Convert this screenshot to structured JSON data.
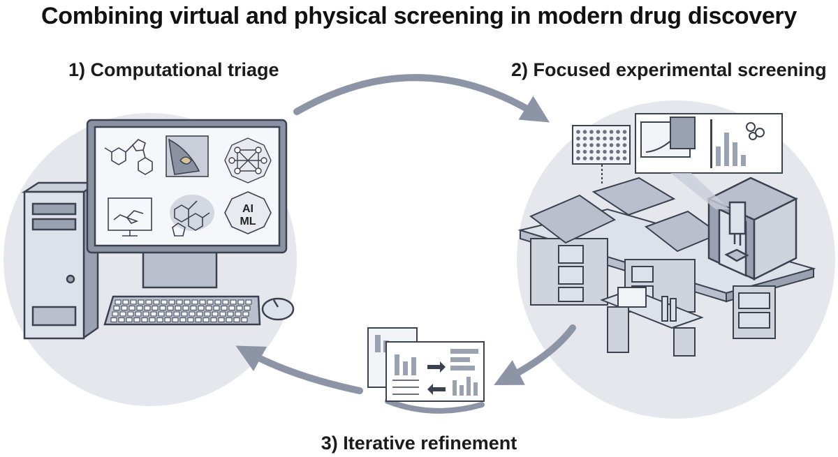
{
  "title": "Combining virtual and physical screening in modern drug discovery",
  "steps": {
    "computational": "1) Computational triage",
    "experimental": "2) Focused experimental screening",
    "refinement": "3) Iterative refinement"
  },
  "monitor_panel": {
    "ai_line1": "AI",
    "ai_line2": "ML"
  },
  "colors": {
    "circle_bg": "#e6e7ec",
    "outline": "#3c4150",
    "fill_light": "#dde1ea",
    "fill_mid": "#b9bfcc",
    "arrow": "#8c94a6"
  },
  "icons": [
    "computer-tower-icon",
    "monitor-icon",
    "keyboard-icon",
    "mouse-icon",
    "molecule-icon",
    "neural-network-icon",
    "well-plate-icon",
    "lab-bench-icon",
    "robot-arm-icon",
    "report-document-icon",
    "arrow-icon"
  ]
}
